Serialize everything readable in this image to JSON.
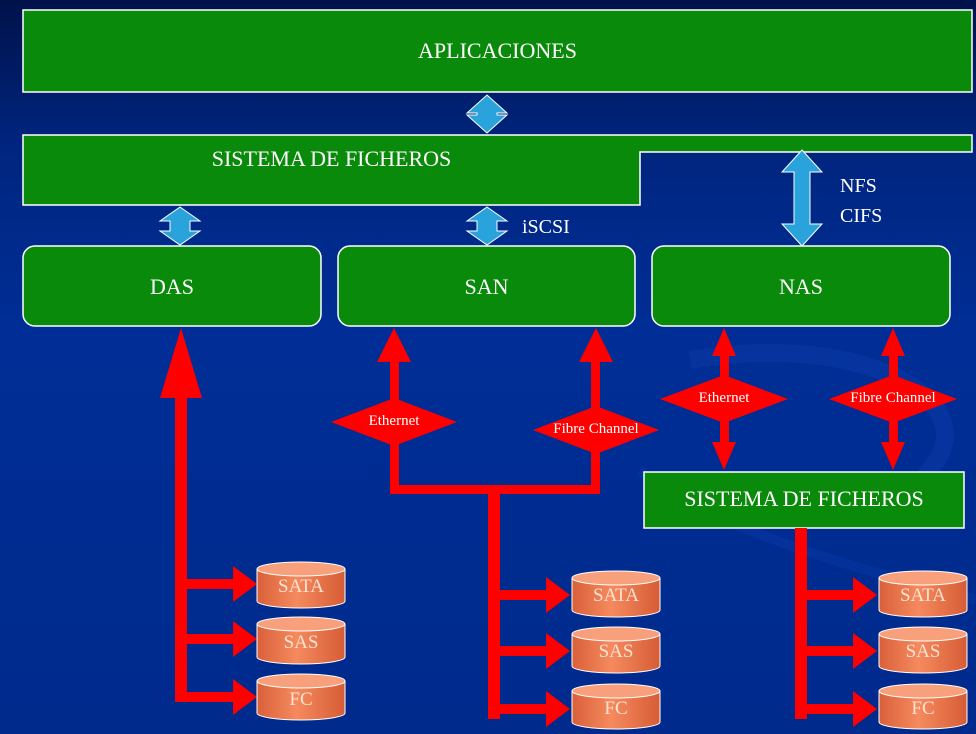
{
  "boxes": {
    "aplicaciones": "APLICACIONES",
    "sistema_ficheros_top": "SISTEMA DE FICHEROS",
    "das": "DAS",
    "san": "SAN",
    "nas": "NAS",
    "sistema_ficheros_nas": "SISTEMA DE FICHEROS"
  },
  "protocol_labels": {
    "iscsi": "iSCSI",
    "nfs": "NFS",
    "cifs": "CIFS"
  },
  "connectors": {
    "san_ethernet": "Ethernet",
    "san_fibre": "Fibre Channel",
    "nas_ethernet": "Ethernet",
    "nas_fibre": "Fibre Channel"
  },
  "disks": {
    "das": [
      "SATA",
      "SAS",
      "FC"
    ],
    "san": [
      "SATA",
      "SAS",
      "FC"
    ],
    "nas": [
      "SATA",
      "SAS",
      "FC"
    ]
  },
  "colors": {
    "box_fill": "#0a8a0a",
    "arrow_red": "#ff0000",
    "arrow_blue": "#2aa3dc",
    "disk_fill": "#f07a4e"
  }
}
